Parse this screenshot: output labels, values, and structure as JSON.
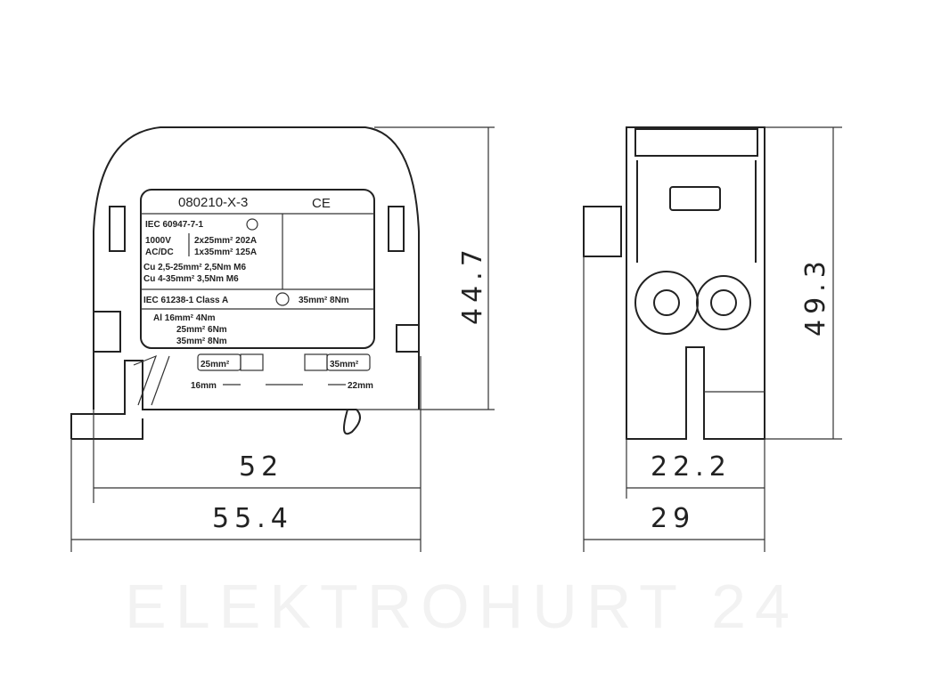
{
  "watermark": "ELEKTROHURT 24",
  "label": {
    "part_number": "080210-X-3",
    "ce_mark": "CE",
    "standard_1": "IEC 60947-7-1",
    "voltage": "1000V",
    "current_type": "AC/DC",
    "rating_1": "2x25mm² 202A",
    "rating_2": "1x35mm² 125A",
    "cu_1": "Cu 2,5-25mm² 2,5Nm M6",
    "cu_2": "Cu  4-35mm² 3,5Nm M6",
    "standard_2": "IEC 61238-1   Class A",
    "standard_2_rating": "35mm²  8Nm",
    "al_1": "Al  16mm²   4Nm",
    "al_2": "25mm²   6Nm",
    "al_3": "35mm²   8Nm",
    "port_left": "25mm²",
    "port_right": "35mm²",
    "strip_left": "16mm",
    "strip_right": "22mm"
  },
  "dimensions": {
    "front_height": "44.7",
    "front_inner_width": "52",
    "front_total_width": "55.4",
    "side_height": "49.3",
    "side_inner_width": "22.2",
    "side_total_width": "29"
  }
}
